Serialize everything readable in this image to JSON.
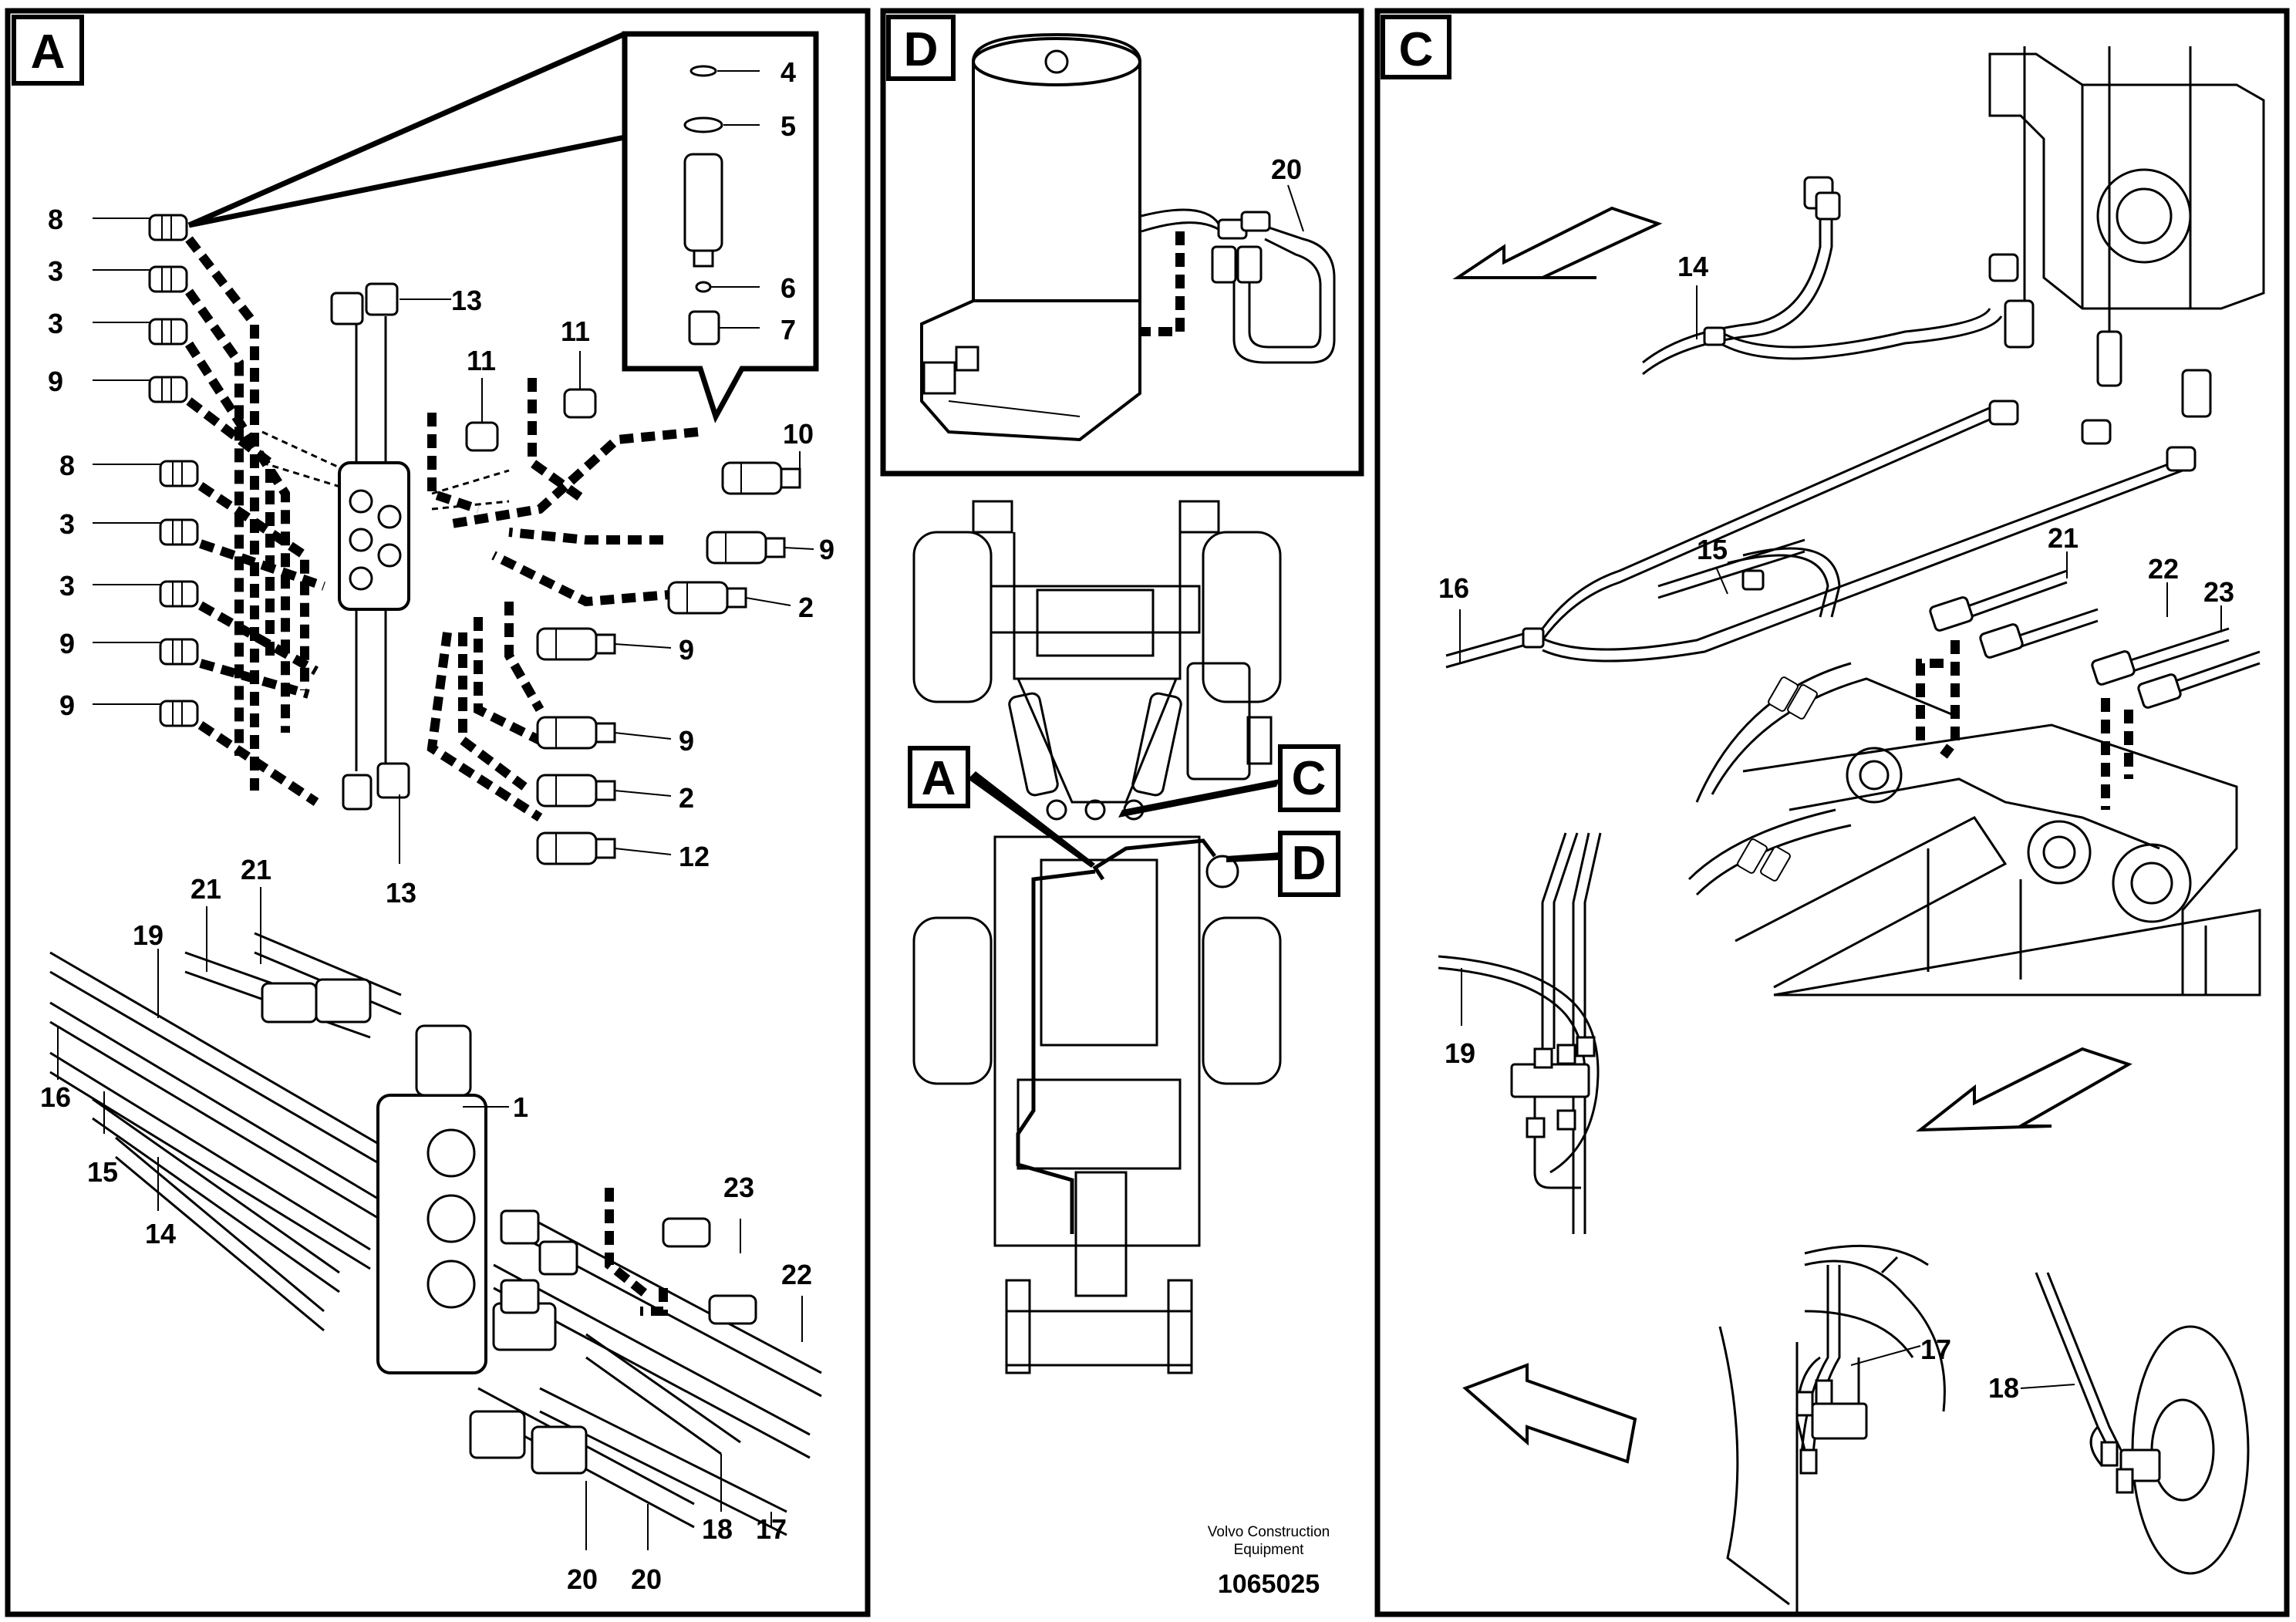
{
  "panels": {
    "A": {
      "letter": "A"
    },
    "D": {
      "letter": "D"
    },
    "C": {
      "letter": "C"
    }
  },
  "callouts": {
    "A": {
      "letter": "A"
    },
    "C": {
      "letter": "C"
    },
    "D": {
      "letter": "D"
    }
  },
  "labels": {
    "a_top": [
      "8",
      "3",
      "3",
      "9",
      "8",
      "3",
      "3",
      "9",
      "9"
    ],
    "a_parts": {
      "p4": "4",
      "p5": "5",
      "p6": "6",
      "p7": "7",
      "p13a": "13",
      "p13b": "13",
      "p11a": "11",
      "p11b": "11",
      "p10": "10",
      "p9a": "9",
      "p2a": "2",
      "p9b": "9",
      "p9c": "9",
      "p2b": "2",
      "p12": "12"
    },
    "a_bottom": {
      "p21a": "21",
      "p21b": "21",
      "p19": "19",
      "p1": "1",
      "p16": "16",
      "p15": "15",
      "p14": "14",
      "p23": "23",
      "p22": "22",
      "p18": "18",
      "p17": "17",
      "p20a": "20",
      "p20b": "20"
    },
    "d": {
      "p20": "20"
    },
    "c": {
      "p14": "14",
      "p15": "15",
      "p16": "16",
      "p21": "21",
      "p22": "22",
      "p23": "23",
      "p19": "19",
      "p17": "17",
      "p18": "18"
    }
  },
  "footer": {
    "company_line1": "Volvo Construction",
    "company_line2": "Equipment",
    "drawing_number": "1065025"
  }
}
